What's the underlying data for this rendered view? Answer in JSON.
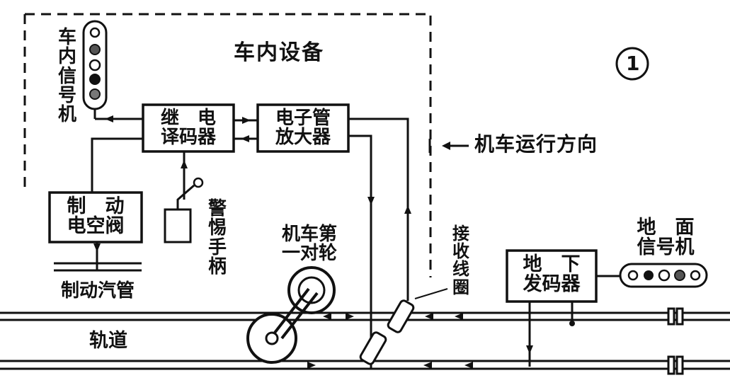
{
  "figure_number": "1",
  "labels": {
    "onboard_equipment": "车内设备",
    "cab_signal": "车内信号机",
    "relay_decoder_line1": "继　电",
    "relay_decoder_line2": "译码器",
    "tube_amp_line1": "电子管",
    "tube_amp_line2": "放大器",
    "brake_valve_line1": "制　动",
    "brake_valve_line2": "电空阀",
    "vigilance_handle": "警惕手柄",
    "brake_pipe": "制动汽管",
    "first_wheelset_line1": "机车第",
    "first_wheelset_line2": "一对轮",
    "receiver_coil": "接收线圈",
    "direction": "机车运行方向",
    "ground_encoder_line1": "地　下",
    "ground_encoder_line2": "发码器",
    "wayside_signal_line1": "地　面",
    "wayside_signal_line2": "信号机",
    "track": "轨道"
  }
}
